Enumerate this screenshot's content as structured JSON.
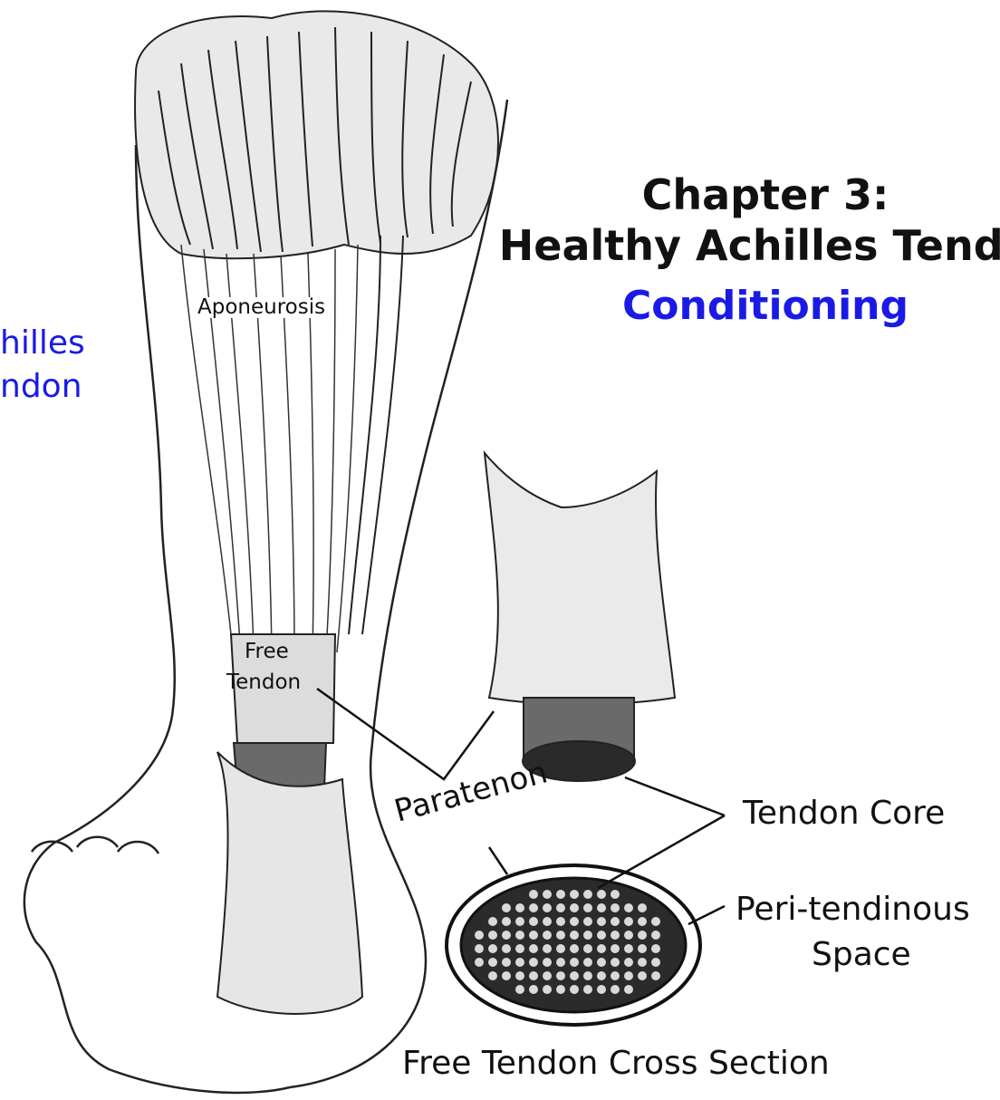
{
  "title": {
    "line1": "Chapter 3:",
    "line2": "Healthy Achilles Tendo",
    "line3": "Conditioning"
  },
  "side_label": {
    "line1": "hilles",
    "line2": "ndon"
  },
  "labels": {
    "aponeurosis": "Aponeurosis",
    "free_tendon_1": "Free",
    "free_tendon_2": "Tendon",
    "paratenon": "Paratenon",
    "tendon_core": "Tendon Core",
    "peri_1": "Peri-tendinous",
    "peri_2": "Space",
    "cross_section": "Free Tendon Cross Section"
  },
  "colors": {
    "accent_blue": "#1a1ae6",
    "ink": "#111111",
    "shade": "#5a5a5a"
  }
}
